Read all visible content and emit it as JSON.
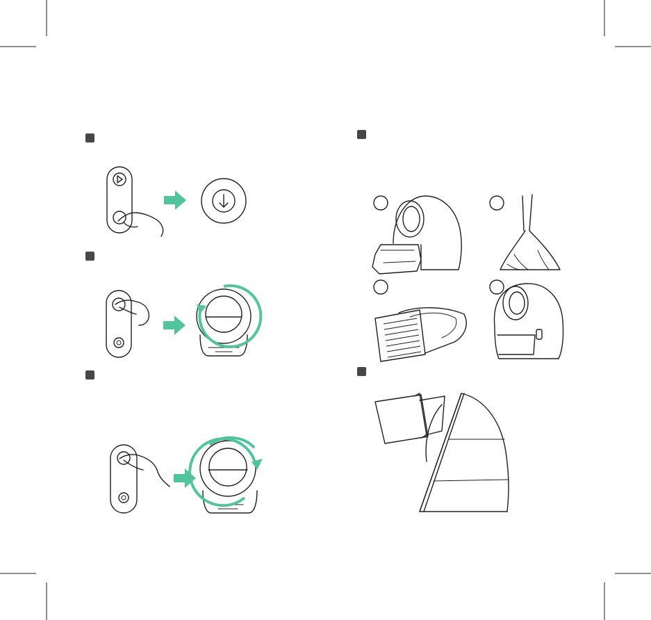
{
  "page": {
    "background": "#ffffff",
    "accent_color": "#52c49b",
    "marker_color": "#474747",
    "line_color": "#1e1e1e"
  },
  "icons": {
    "play": "play-icon",
    "gear": "gear-icon",
    "download": "arrow-down-circle-icon",
    "rotate": "rotation-arrow-icon",
    "hand": "pointing-hand-icon"
  },
  "steps_left": [
    {
      "id": "step-1",
      "marker": "square",
      "illustration": "press-gear-button-then-reset"
    },
    {
      "id": "step-2",
      "marker": "square",
      "illustration": "press-play-button-drum-rotates"
    },
    {
      "id": "step-3",
      "marker": "square",
      "illustration": "hold-play-button-drum-rotates-full"
    }
  ],
  "steps_right": [
    {
      "id": "step-4",
      "marker": "square",
      "sub_steps": 4,
      "illustration": "replace-waste-bag"
    },
    {
      "id": "step-5",
      "marker": "square",
      "illustration": "side-view-drawer-open"
    }
  ]
}
